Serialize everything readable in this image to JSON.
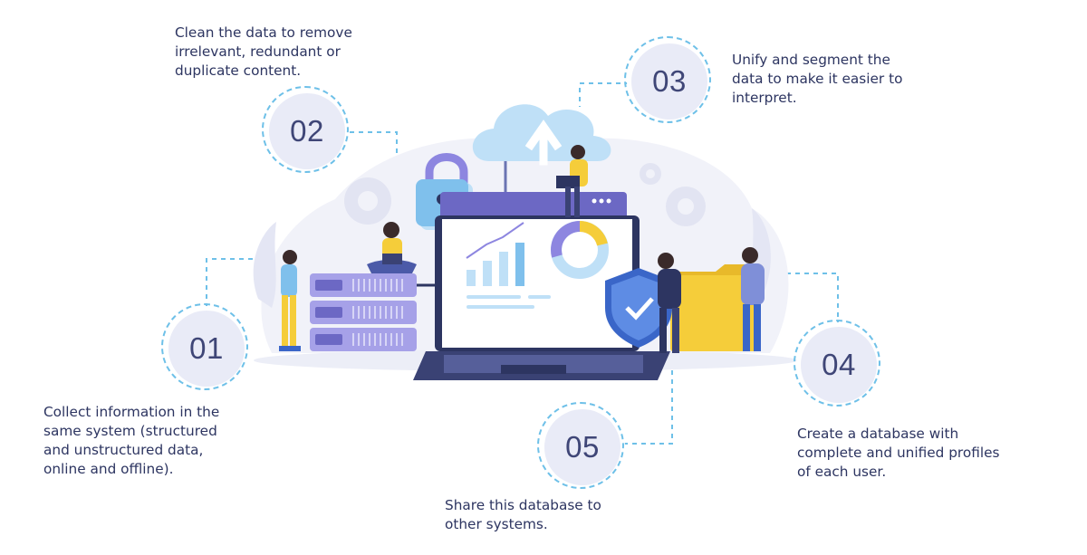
{
  "colors": {
    "badge_fill": "#e9ebf7",
    "dash_line": "#6ec0e8",
    "number_text": "#3f4677",
    "body_text": "#2d3561",
    "accent_purple": "#8d86e0",
    "accent_yellow": "#f5cd3a",
    "light_blue": "#bfe0f7"
  },
  "steps": [
    {
      "number": "01",
      "text": "Collect information in the\nsame system (structured\nand unstructured data,\nonline and offline)."
    },
    {
      "number": "02",
      "text": "Clean the data to remove\nirrelevant, redundant or\nduplicate content."
    },
    {
      "number": "03",
      "text": "Unify and segment the\ndata to make it easier to\ninterpret."
    },
    {
      "number": "04",
      "text": "Create a database with\ncomplete and unified profiles\nof each user."
    },
    {
      "number": "05",
      "text": "Share this database to\nother systems."
    }
  ],
  "illustration": {
    "icons": [
      "cloud-upload-icon",
      "padlock-icon",
      "gear-icon",
      "server-rack-icon",
      "laptop-icon",
      "bar-chart-icon",
      "donut-chart-icon",
      "shield-check-icon",
      "folder-icon"
    ]
  }
}
